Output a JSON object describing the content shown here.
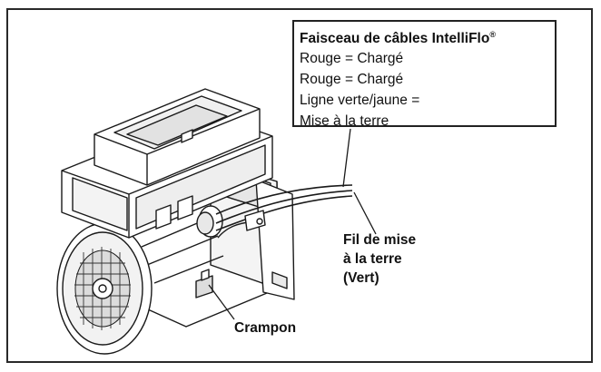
{
  "callout": {
    "title": "Faisceau de câbles IntelliFlo",
    "trademark": "®",
    "lines": [
      "Rouge = Chargé",
      "Rouge = Chargé",
      "Ligne verte/jaune =",
      "Mise à la terre"
    ]
  },
  "labels": {
    "ground_wire": [
      "Fil de mise",
      "à la terre",
      "(Vert)"
    ],
    "stud": "Crampon"
  }
}
